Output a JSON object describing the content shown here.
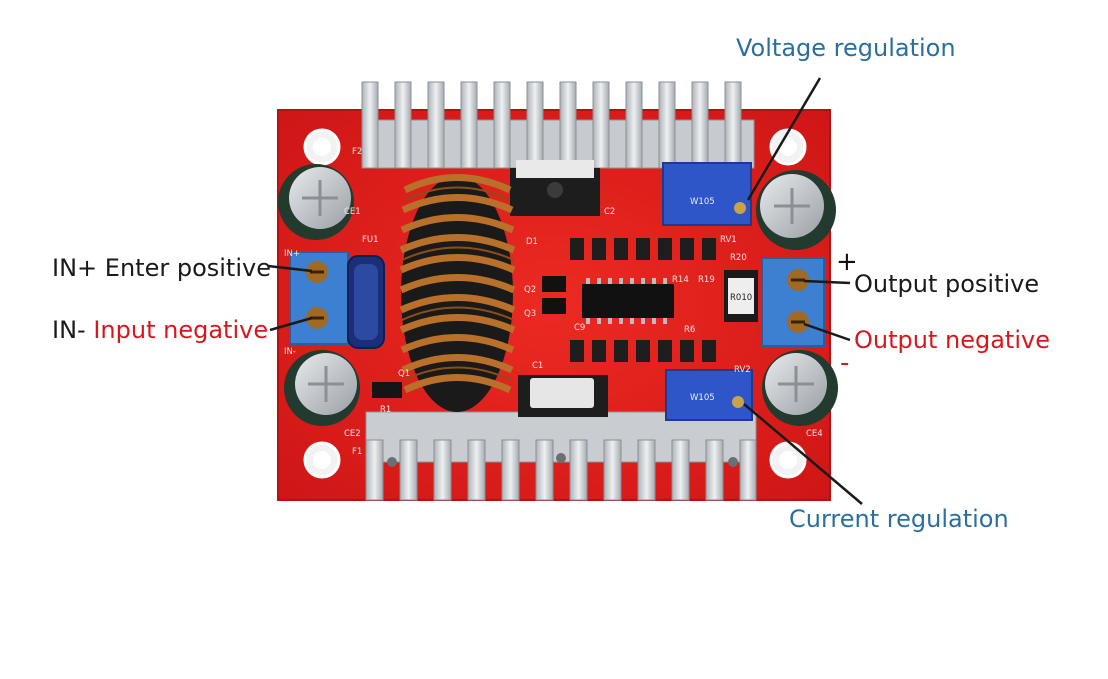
{
  "annotations": {
    "voltage_regulation": "Voltage regulation",
    "current_regulation": "Current regulation",
    "in_plus_prefix": "IN+",
    "in_plus_text": "Enter positive",
    "in_minus_prefix": "IN-",
    "in_minus_text": "Input negative",
    "output_positive": "Output positive",
    "output_negative": "Output negative",
    "plus_sign": "+",
    "minus_sign": "-"
  },
  "silkscreen": [
    "F2",
    "CE1",
    "FU1",
    "IN+",
    "IN-",
    "D1",
    "C2",
    "RV1",
    "R20",
    "R14",
    "R19",
    "Q2",
    "Q3",
    "C9",
    "R6",
    "R010",
    "RV2",
    "Q1",
    "R1",
    "CE2",
    "F1",
    "CE4",
    "W105",
    "W105",
    "C1"
  ],
  "colors": {
    "pcb": "#e41d1d",
    "heatsink": "#d2d5d9",
    "copper": "#b8702a",
    "terminal": "#3d7fd0",
    "potentiometer": "#2f56c8",
    "annotation_blue": "#2a6f9e",
    "annotation_red": "#d6181e"
  }
}
